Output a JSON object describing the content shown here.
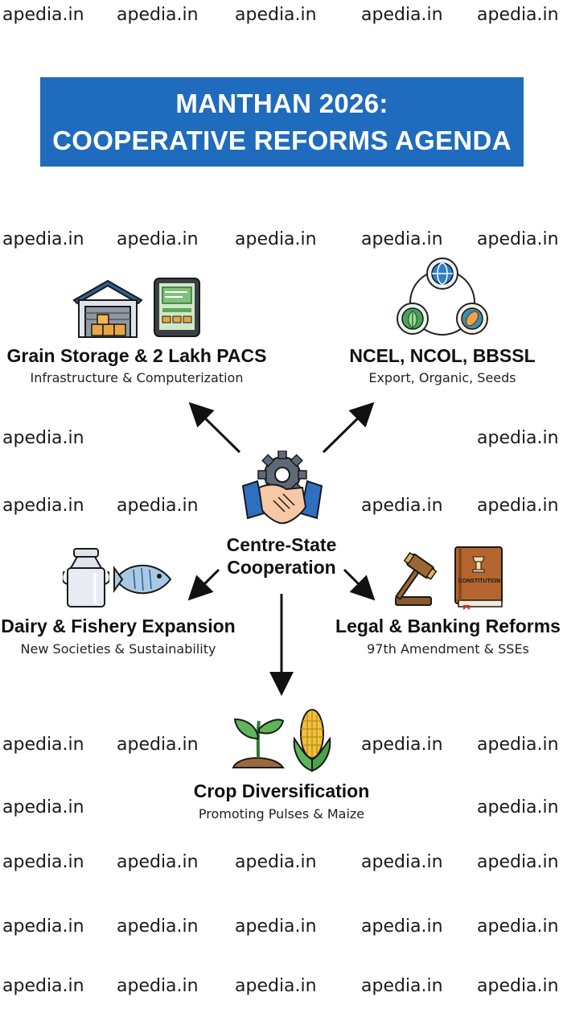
{
  "watermark": "apedia.in",
  "title": {
    "line1": "MANTHAN 2026:",
    "line2": "COOPERATIVE REFORMS AGENDA"
  },
  "center": {
    "line1": "Centre-State",
    "line2": "Cooperation",
    "icon": "handshake-gear-icon"
  },
  "nodes": {
    "grain": {
      "title": "Grain Storage & 2 Lakh PACS",
      "subtitle": "Infrastructure & Computerization",
      "icons": [
        "warehouse-icon",
        "tablet-icon"
      ]
    },
    "ncel": {
      "title": "NCEL, NCOL, BBSSL",
      "subtitle": "Export, Organic, Seeds",
      "icons": [
        "globe-network-icon"
      ]
    },
    "dairy": {
      "title": "Dairy & Fishery Expansion",
      "subtitle": "New Societies & Sustainability",
      "icons": [
        "milk-can-icon",
        "fish-icon"
      ]
    },
    "legal": {
      "title": "Legal & Banking Reforms",
      "subtitle": "97th Amendment & SSEs",
      "icons": [
        "gavel-icon",
        "constitution-book-icon"
      ]
    },
    "crop": {
      "title": "Crop Diversification",
      "subtitle": "Promoting Pulses & Maize",
      "icons": [
        "sprout-icon",
        "maize-icon"
      ]
    }
  },
  "book_label": "CONSTITUTION",
  "colors": {
    "banner": "#1f6bbd",
    "text": "#111111"
  }
}
